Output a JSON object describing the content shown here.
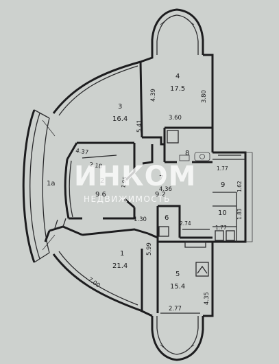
{
  "rooms": [
    {
      "id": "1a",
      "number": "1a",
      "area": ""
    },
    {
      "id": "1",
      "number": "1",
      "area": "21.4"
    },
    {
      "id": "2",
      "number": "2",
      "area": "9.6"
    },
    {
      "id": "3",
      "number": "3",
      "area": "16.4"
    },
    {
      "id": "4",
      "number": "4",
      "area": "17.5"
    },
    {
      "id": "5",
      "number": "5",
      "area": "15.4"
    },
    {
      "id": "6",
      "number": "6",
      "area": ""
    },
    {
      "id": "7",
      "number": "7",
      "area": "9.2"
    },
    {
      "id": "8",
      "number": "8",
      "area": ""
    },
    {
      "id": "9",
      "number": "9",
      "area": ""
    },
    {
      "id": "10",
      "number": "10",
      "area": ""
    }
  ],
  "dimensions": {
    "d_4_39": "4.39",
    "d_3_80": "3.80",
    "d_3_60": "3.60",
    "d_5_41": "5.41",
    "d_4_37": "4.37",
    "d_2_18": "2.18",
    "d_1_95": "1.95",
    "d_4_36": "4.36",
    "d_1_77_top": "1.77",
    "d_1_62": "1.62",
    "d_1_83": "1.83",
    "d_1_30": "1.30",
    "d_2_74": "2.74",
    "d_1_77_bottom": "1.77",
    "d_5_99": "5.99",
    "d_7_00": "7.00",
    "d_4_35": "4.35",
    "d_2_77": "2.77"
  },
  "watermark": {
    "logo_text": "ИНКОМ",
    "subtitle": "НЕДВИЖИМОСТЬ"
  },
  "colors": {
    "background": "#cdd1ce",
    "walls": "#1d1d1f",
    "watermark": "#ffffff"
  }
}
